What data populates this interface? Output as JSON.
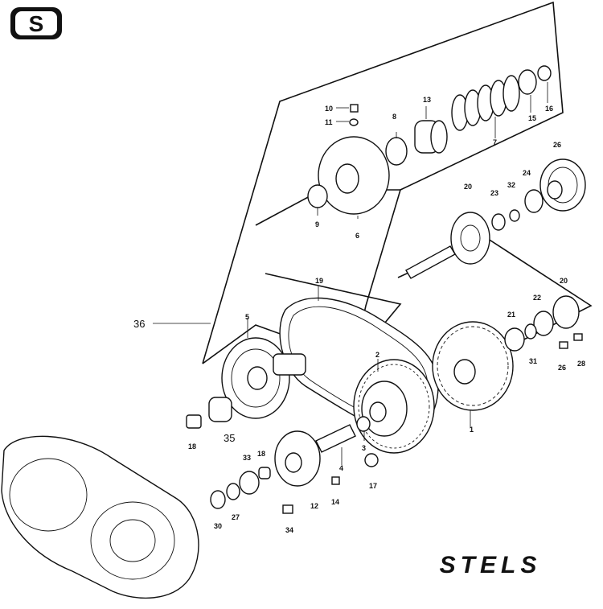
{
  "diagram": {
    "brand_text": "STELS",
    "logo_letter": "S",
    "callouts": {
      "p1": "1",
      "p2": "2",
      "p3": "3",
      "p4": "4",
      "p5": "5",
      "p6": "6",
      "p7": "7",
      "p8": "8",
      "p9": "9",
      "p10": "10",
      "p11": "11",
      "p12": "12",
      "p13": "13",
      "p14": "14",
      "p15": "15",
      "p16": "16",
      "p17": "17",
      "p18a": "18",
      "p18b": "18",
      "p19": "19",
      "p20a": "20",
      "p20b": "20",
      "p21": "21",
      "p22": "22",
      "p23": "23",
      "p24": "24",
      "p26a": "26",
      "p26b": "26",
      "p27": "27",
      "p28": "28",
      "p30": "30",
      "p31": "31",
      "p32": "32",
      "p33": "33",
      "p34": "34",
      "p35": "35",
      "p36": "36"
    }
  }
}
